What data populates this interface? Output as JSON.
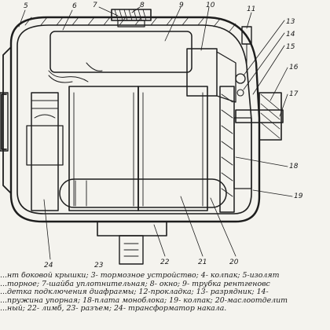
{
  "callouts": {
    "n5": "5",
    "n6": "6",
    "n7": "7",
    "n8": "8",
    "n9": "9",
    "n10": "10",
    "n11": "11",
    "n13": "13",
    "n14": "14",
    "n15": "15",
    "n16": "16",
    "n17": "17",
    "n18": "18",
    "n19": "19",
    "n20": "20",
    "n21": "21",
    "n22": "22",
    "n23": "23",
    "n24": "24"
  },
  "legend": [
    "...нт боковой крышки; 3- тормозное устройство; 4- колпак; 5-изолят",
    "...торное; 7-шайба уплотнительная; 8- окно; 9- трубка рентгеновс",
    "...детка подключения диафрагмы; 12-прокладка; 13- разрядник; 14-",
    "...пружина упорная; 18-плата моноблока; 19- колпак; 20-маслоотделит",
    "...ный; 22- лимб, 23- разъем; 24- трансформатор накала."
  ]
}
